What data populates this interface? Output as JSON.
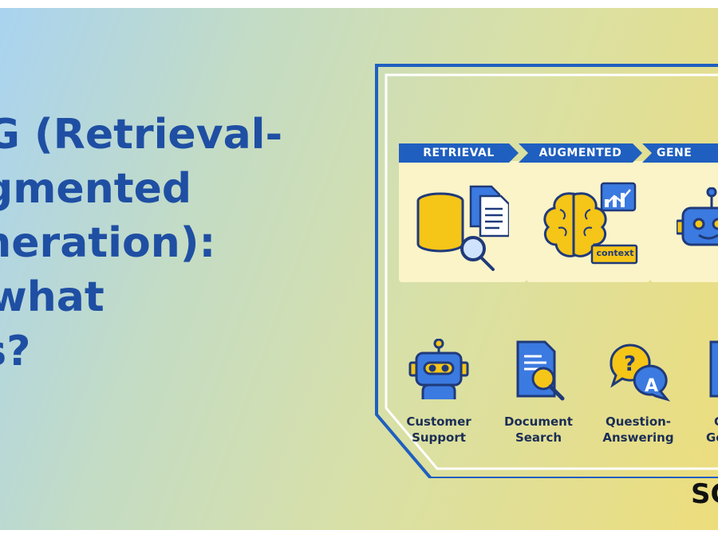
{
  "title": {
    "line1": "AG (Retrieval-",
    "line2": "ugmented",
    "line3": "eneration):",
    "line4": "r what",
    "line5": "es?"
  },
  "stages": [
    {
      "label": "RETRIEVAL",
      "icon": "database-search-icon"
    },
    {
      "label": "AUGMENTED",
      "icon": "brain-chart-icon",
      "tag": "context"
    },
    {
      "label": "GENE",
      "icon": "robot-icon"
    }
  ],
  "use_cases": [
    {
      "line1": "Customer",
      "line2": "Support",
      "icon": "robot-icon"
    },
    {
      "line1": "Document",
      "line2": "Search",
      "icon": "document-search-icon"
    },
    {
      "line1": "Question-",
      "line2": "Answering",
      "icon": "question-answer-icon"
    },
    {
      "line1": "C",
      "line2": "Ge",
      "icon": "document-icon"
    }
  ],
  "brand": "SC",
  "colors": {
    "primary_blue": "#1f5fbf",
    "title_blue": "#1f4fa3",
    "accent_yellow": "#f5c518",
    "card_fill": "#fbf4c8"
  }
}
